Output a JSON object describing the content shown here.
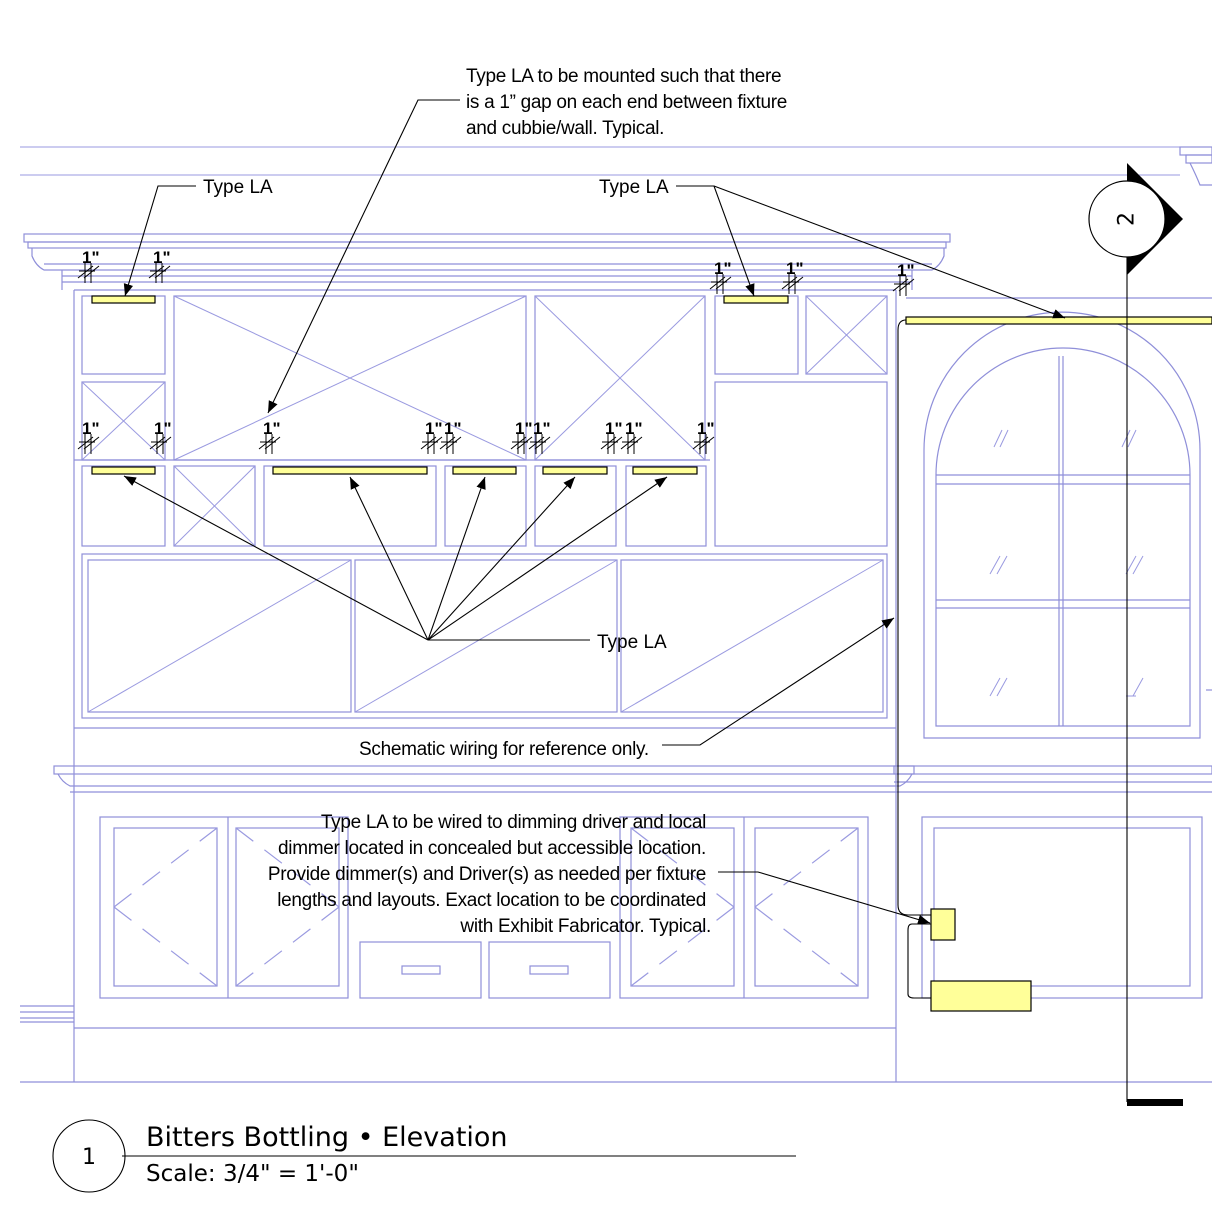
{
  "notes": {
    "mount_note": [
      "Type LA to be mounted such that there",
      "is a 1” gap on each end between fixture",
      "and cubbie/wall.  Typical."
    ],
    "type_la_left": "Type LA",
    "type_la_right": "Type LA",
    "type_la_middle": "Type LA",
    "wiring_note": "Schematic wiring for reference only.",
    "driver_note": [
      "Type LA to be wired to dimming driver and local",
      "dimmer located in concealed but accessible location.",
      "Provide dimmer(s) and Driver(s) as needed per fixture",
      "lengths and layouts.  Exact location to be coordinated",
      "with Exhibit Fabricator. Typical."
    ]
  },
  "dimension_label": "1\"",
  "section_marker": {
    "number": "2"
  },
  "title_block": {
    "number": "1",
    "title": "Bitters Bottling • Elevation",
    "scale": "Scale: 3/4\" = 1'-0\""
  },
  "colors": {
    "linework": "#8f8fd9",
    "fixture_fill": "#ffff99",
    "annotation": "#000000"
  }
}
